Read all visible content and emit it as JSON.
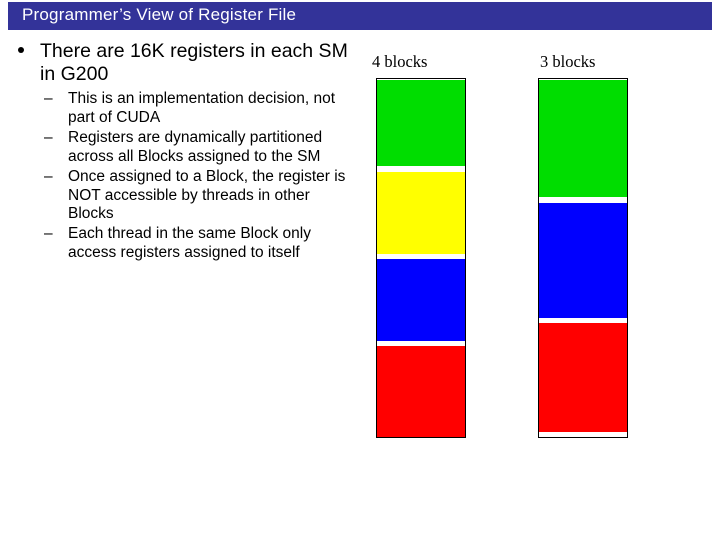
{
  "slide": {
    "title": "Programmer’s View of Register File",
    "title_bar_color": "#333399",
    "title_text_color": "#ffffff",
    "background": "#ffffff"
  },
  "body": {
    "bullets": [
      {
        "level": 1,
        "marker": "•",
        "text": "There are 16K registers in each SM in G200"
      }
    ],
    "sub_bullets": [
      {
        "level": 2,
        "marker": "–",
        "text": "This is an implementation decision, not part of CUDA"
      },
      {
        "level": 2,
        "marker": "–",
        "text": "Registers are dynamically partitioned across all Blocks assigned to the SM"
      },
      {
        "level": 2,
        "marker": "–",
        "text": "Once assigned to a Block, the register is NOT accessible by threads in other Blocks"
      },
      {
        "level": 2,
        "marker": "–",
        "text": "Each thread in the same Block only access registers assigned to itself"
      }
    ]
  },
  "diagram": {
    "columns": [
      {
        "label": "4 blocks",
        "segments": [
          {
            "color": "#00dd00",
            "name": "green-block"
          },
          {
            "color": "#ffff00",
            "name": "yellow-block"
          },
          {
            "color": "#0000ff",
            "name": "blue-block"
          },
          {
            "color": "#ff0000",
            "name": "red-block"
          }
        ]
      },
      {
        "label": "3 blocks",
        "segments": [
          {
            "color": "#00dd00",
            "name": "green-block"
          },
          {
            "color": "#0000ff",
            "name": "blue-block"
          },
          {
            "color": "#ff0000",
            "name": "red-block"
          }
        ]
      }
    ]
  }
}
